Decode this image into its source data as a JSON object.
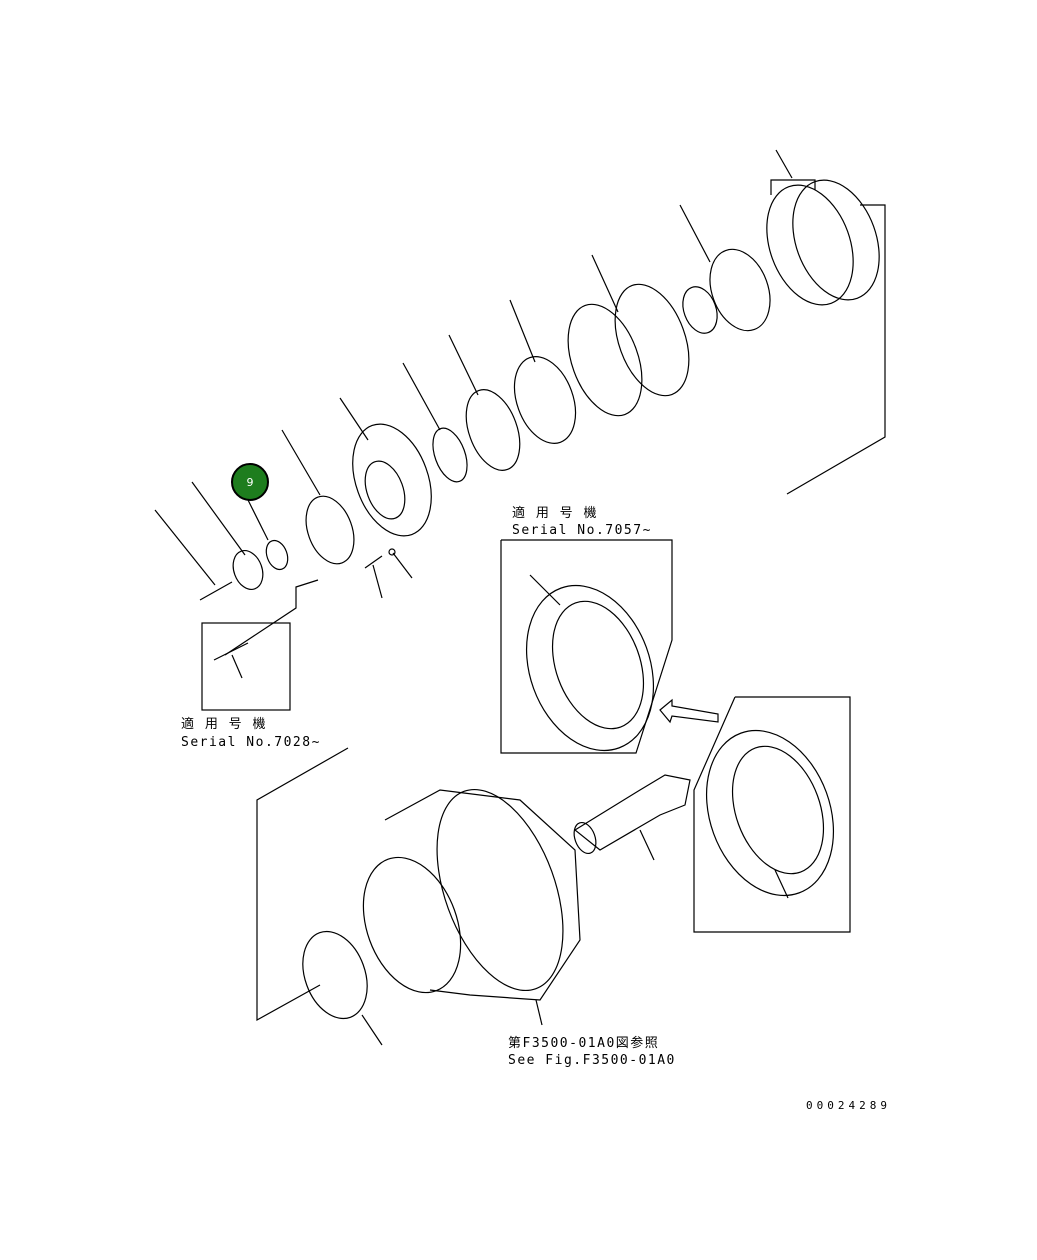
{
  "diagram": {
    "callout_badge": {
      "label": "9",
      "color": "#1e7d1e"
    },
    "notes": [
      {
        "jp": "適 用 号 機",
        "en": "Serial No.7057~"
      },
      {
        "jp": "適 用 号 機",
        "en": "Serial No.7028~"
      },
      {
        "jp": "第F3500-01A0図参照",
        "en": "See Fig.F3500-01A0"
      }
    ],
    "drawing_number": "00024289"
  }
}
